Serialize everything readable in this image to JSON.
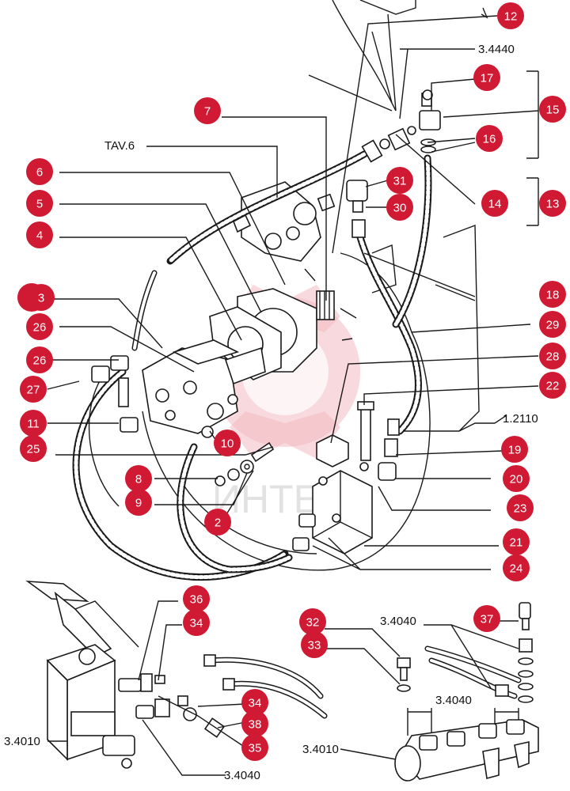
{
  "colors": {
    "badge": "#d01a33",
    "ink": "#1a1a1a",
    "watermark": "#f2b9c1"
  },
  "refs": {
    "r1": "3.4440",
    "r2": "TAV.6",
    "r3": "1.2110",
    "r4": "3.4040",
    "r5": "3.4040",
    "r6": "3.4010",
    "r7": "3.4040",
    "r8": "3.4010"
  },
  "watermark": "ИНТЕХ",
  "badges": [
    "12",
    "17",
    "15",
    "16",
    "7",
    "14",
    "13",
    "6",
    "31",
    "30",
    "5",
    "4",
    "3",
    "18",
    "29",
    "26",
    "28",
    "26",
    "22",
    "27",
    "11",
    "10",
    "25",
    "19",
    "8",
    "20",
    "9",
    "23",
    "2",
    "21",
    "24",
    "36",
    "34",
    "32",
    "37",
    "33",
    "34",
    "38",
    "35"
  ]
}
